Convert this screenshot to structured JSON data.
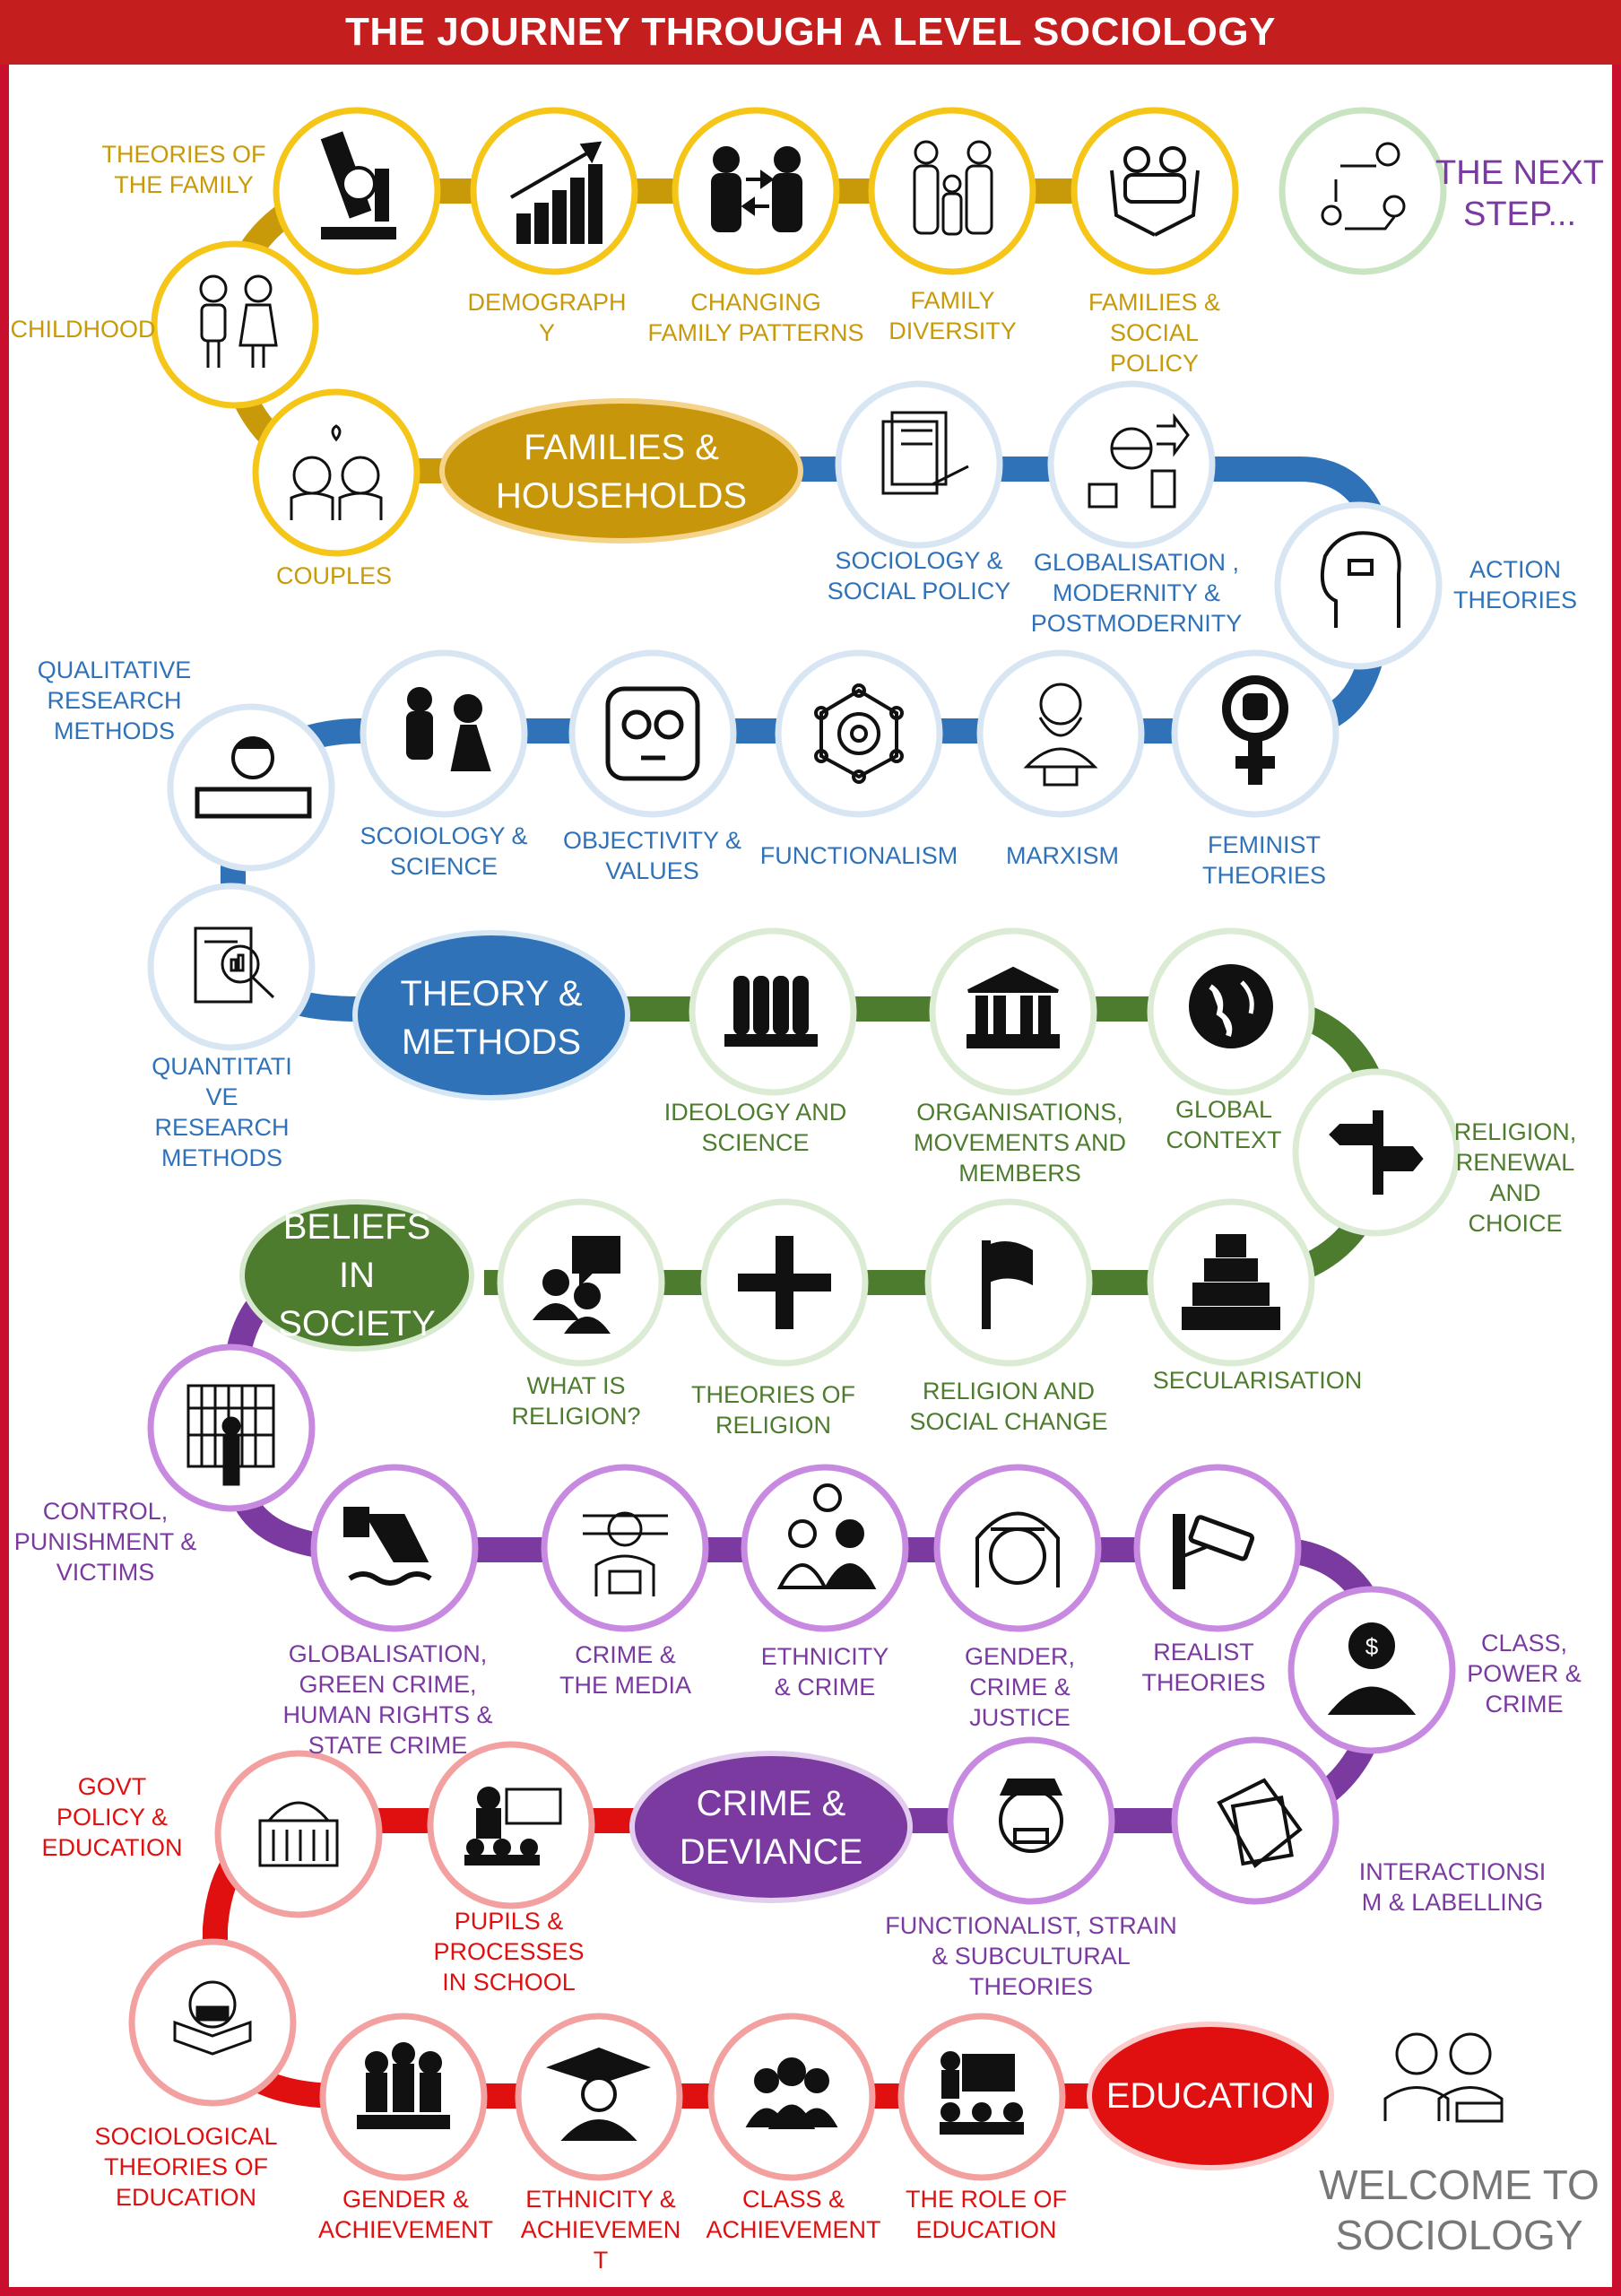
{
  "title": "THE JOURNEY THROUGH A LEVEL SOCIOLOGY",
  "colors": {
    "families": "#c89a0a",
    "theory": "#2f72b8",
    "beliefs": "#4e7c2f",
    "crime": "#7a3aa0",
    "education": "#e01010",
    "welcome": "#777777",
    "header": "#c41e1e"
  },
  "modules": {
    "families": "FAMILIES &\nHOUSEHOLDS",
    "theory": "THEORY &\nMETHODS",
    "beliefs": "BELIEFS\nIN\nSOCIETY",
    "crime": "CRIME &\nDEVIANCE",
    "education": "EDUCATION"
  },
  "topics": {
    "theories_family": "THEORIES OF\nTHE FAMILY",
    "demography": "DEMOGRAPH\nY",
    "changing_family": "CHANGING\nFAMILY PATTERNS",
    "family_diversity": "FAMILY\nDIVERSITY",
    "families_policy": "FAMILIES &\nSOCIAL\nPOLICY",
    "childhood": "CHILDHOOD",
    "couples": "COUPLES",
    "soc_policy": "SOCIOLOGY &\nSOCIAL POLICY",
    "globalisation": "GLOBALISATION ,\nMODERNITY &\nPOSTMODERNITY",
    "action": "ACTION\nTHEORIES",
    "qualitative": "QUALITATIVE\nRESEARCH\nMETHODS",
    "soc_science": "SCOIOLOGY &\nSCIENCE",
    "objectivity": "OBJECTIVITY &\nVALUES",
    "functionalism": "FUNCTIONALISM",
    "marxism": "MARXISM",
    "feminist": "FEMINIST\nTHEORIES",
    "quantitative": "QUANTITATI\nVE\nRESEARCH\nMETHODS",
    "ideology": "IDEOLOGY AND\nSCIENCE",
    "organisations": "ORGANISATIONS,\nMOVEMENTS AND\nMEMBERS",
    "global_context": "GLOBAL\nCONTEXT",
    "renewal": "RELIGION,\nRENEWAL\nAND\nCHOICE",
    "what_religion": "WHAT IS\nRELIGION?",
    "theories_religion": "THEORIES OF\nRELIGION",
    "religion_change": "RELIGION AND\nSOCIAL CHANGE",
    "secularisation": "SECULARISATION",
    "control": "CONTROL,\nPUNISHMENT &\nVICTIMS",
    "green_crime": "GLOBALISATION,\nGREEN CRIME,\nHUMAN RIGHTS &\nSTATE CRIME",
    "crime_media": "CRIME &\nTHE MEDIA",
    "ethnicity_crime": "ETHNICITY\n& CRIME",
    "gender_crime": "GENDER,\nCRIME &\nJUSTICE",
    "realist": "REALIST\nTHEORIES",
    "class_crime": "CLASS,\nPOWER &\nCRIME",
    "interactionism": "INTERACTIONSI\nM & LABELLING",
    "functionalist_strain": "FUNCTIONALIST, STRAIN\n& SUBCULTURAL\nTHEORIES",
    "govt_policy": "GOVT\nPOLICY &\nEDUCATION",
    "pupils": "PUPILS & PROCESSES\nIN SCHOOL",
    "soc_theories_edu": "SOCIOLOGICAL\nTHEORIES OF\nEDUCATION",
    "gender_ach": "GENDER &\nACHIEVEMENT",
    "ethnicity_ach": "ETHNICITY &\nACHIEVEMEN\nT",
    "class_ach": "CLASS &\nACHIEVEMENT",
    "role_edu": "THE ROLE OF\nEDUCATION"
  },
  "next_step": "THE NEXT\nSTEP...",
  "welcome": "WELCOME TO\nSOCIOLOGY",
  "icons": [
    "microscope-icon",
    "growth-chart-icon",
    "exchange-people-icon",
    "family-icon",
    "care-hands-icon",
    "process-icon",
    "children-icon",
    "couple-icon",
    "policy-document-icon",
    "global-city-icon",
    "head-profile-icon",
    "protester-sign-icon",
    "scientist-icon",
    "glasses-face-icon",
    "gear-network-icon",
    "marx-bust-icon",
    "feminist-symbol-icon",
    "data-report-icon",
    "test-tubes-icon",
    "bank-building-icon",
    "globe-icon",
    "signpost-icon",
    "question-people-icon",
    "cross-icon",
    "flag-icon",
    "crowd-pyramid-icon",
    "prisoner-icon",
    "pollution-icon",
    "mugshot-icon",
    "victim-people-icon",
    "girl-face-icon",
    "cctv-icon",
    "businessman-icon",
    "tag-label-icon",
    "angry-face-icon",
    "parliament-icon",
    "teacher-class-icon",
    "lightbulb-book-icon",
    "celebration-icon",
    "graduate-icon",
    "group-icon",
    "classroom-icon",
    "students-icon"
  ]
}
